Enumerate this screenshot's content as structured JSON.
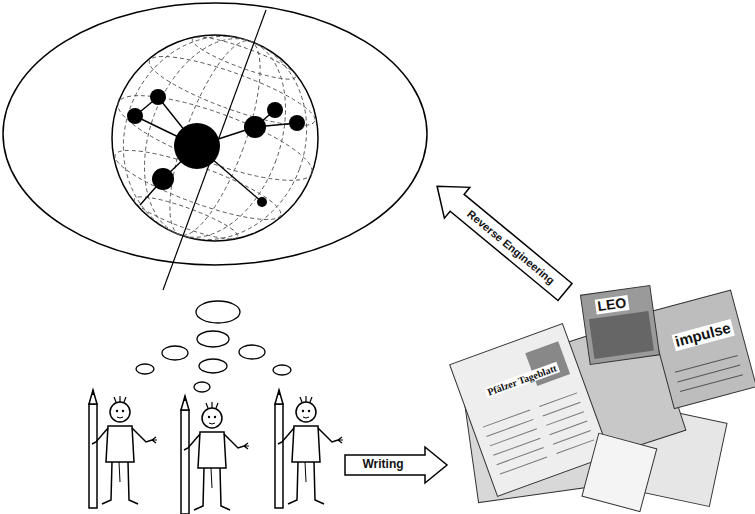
{
  "diagram": {
    "labels": [
      "Reverse Engineering",
      "Writing",
      "LEO",
      "impulse",
      "Pfälzer Tageblatt"
    ]
  }
}
